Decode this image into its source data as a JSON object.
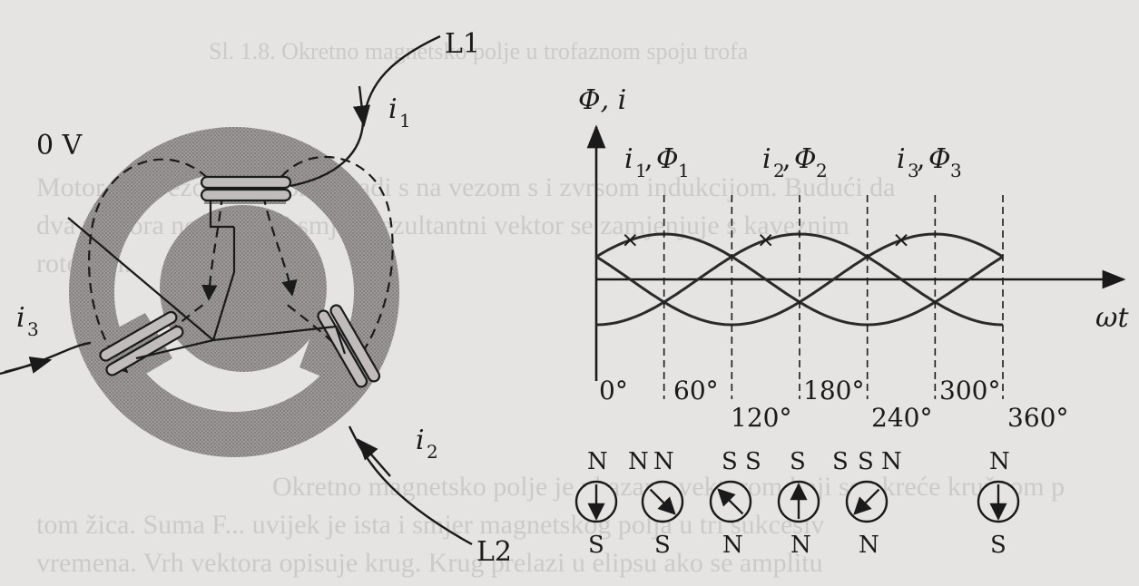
{
  "background_text": [
    "Sl. 1.8. Okretno magnetsko polje u trofaznom spoju trofa",
    "Motor s kavezom mrotorom radi s na vezom s i zvrsom indukcijom. Budući da",
    "dva vektora nemaju isti smjer, rezultantni vektor se zamjenjuje s kaveznim",
    "rotorom.",
    "Okretno magnetsko polje je ukazano vektorom koji se okreće kružnom p",
    "tom žica. Suma F... uvijek je ista i smjer magnetskog polja u tri sukcesiv",
    "vremena. Vrh vektora opisuje krug. Krug prelazi u elipsu ako se amplitu"
  ],
  "motor": {
    "labels": {
      "l1": "L1",
      "l2": "L2",
      "zero_v": "0 V",
      "i1": "i",
      "i1_sub": "1",
      "i2": "i",
      "i2_sub": "2",
      "i3": "i",
      "i3_sub": "3"
    }
  },
  "waveform": {
    "y_axis_label": "Φ, i",
    "x_axis_label": "ωt",
    "peak_labels": [
      {
        "i": "i",
        "isub": "1",
        "phi": "Φ",
        "phisub": "1"
      },
      {
        "i": "i",
        "isub": "2",
        "phi": "Φ",
        "phisub": "2"
      },
      {
        "i": "i",
        "isub": "3",
        "phi": "Φ",
        "phisub": "3"
      }
    ],
    "angle_labels": [
      "0°",
      "60°",
      "120°",
      "180°",
      "240°",
      "300°",
      "360°"
    ],
    "phase_shifts_deg": [
      0,
      120,
      240
    ]
  },
  "compass": [
    {
      "top": "N",
      "bottom": "S",
      "angle_deg": 180
    },
    {
      "top": "N",
      "bottom": "S",
      "angle_deg": 135
    },
    {
      "top": "S",
      "bottom": "N",
      "angle_deg": 315
    },
    {
      "top": "S",
      "bottom": "N",
      "angle_deg": 0
    },
    {
      "top": "S",
      "bottom": "N",
      "angle_deg": 225
    },
    {
      "top": "N",
      "bottom": "S",
      "angle_deg": 180
    }
  ],
  "compass_side": [
    {
      "left": "",
      "right": ""
    },
    {
      "left": "N",
      "right": ""
    },
    {
      "left": "",
      "right": "S"
    },
    {
      "left": "",
      "right": ""
    },
    {
      "left": "S",
      "right": "N"
    },
    {
      "left": "",
      "right": ""
    }
  ]
}
